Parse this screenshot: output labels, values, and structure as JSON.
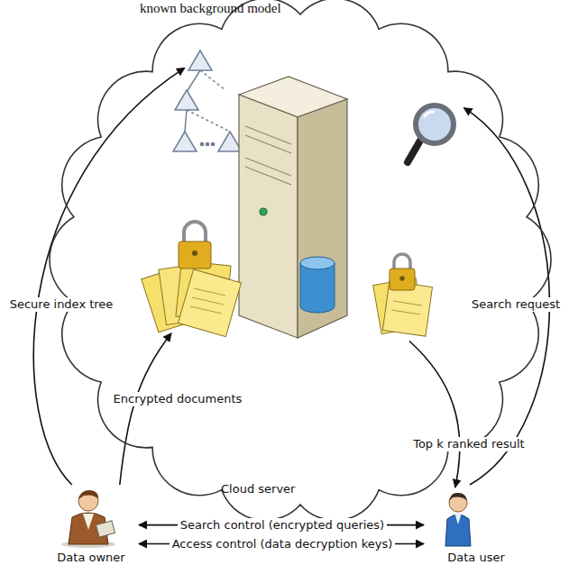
{
  "diagram": {
    "nodes": [
      {
        "text": [
          "Cloud server"
        ]
      },
      {
        "text": [
          "Data owner"
        ]
      },
      {
        "text": [
          "Data user"
        ]
      }
    ],
    "edges": [
      {
        "from": 1,
        "to": 0,
        "label": "Secure index tree",
        "arrow": "to"
      },
      {
        "from": 1,
        "to": 0,
        "label": "Encrypted documents",
        "arrow": "to"
      },
      {
        "from": 2,
        "to": 0,
        "label": "Search request",
        "arrow": "to"
      },
      {
        "from": 0,
        "to": 2,
        "label": "Top k ranked result",
        "arrow": "to"
      },
      {
        "from": 1,
        "to": 2,
        "label": "Search control (encrypted queries)",
        "arrow": "both"
      },
      {
        "from": 1,
        "to": 2,
        "label": "Access control (data decryption keys)",
        "arrow": "both"
      }
    ],
    "labels": [
      "known background model"
    ]
  }
}
